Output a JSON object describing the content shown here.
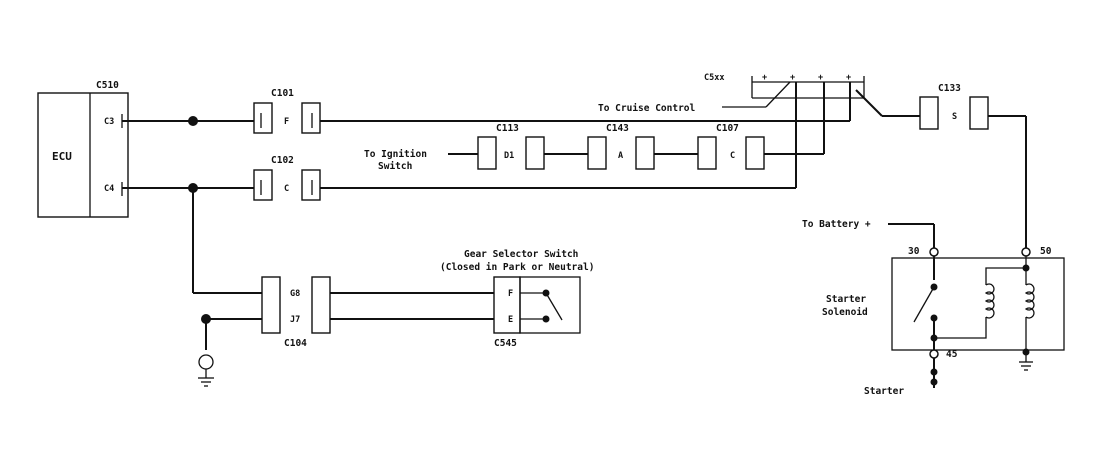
{
  "ecu": {
    "label": "ECU",
    "connector": "C510",
    "pins": [
      "C3",
      "C4"
    ]
  },
  "connectors": {
    "c101": {
      "name": "C101",
      "pin": "F"
    },
    "c102": {
      "name": "C102",
      "pin": "C"
    },
    "c113": {
      "name": "C113",
      "pin": "D1"
    },
    "c143": {
      "name": "C143",
      "pin": "A"
    },
    "c107": {
      "name": "C107",
      "pin": "C"
    },
    "c104": {
      "name": "C104",
      "pins": [
        "G8",
        "J7"
      ]
    },
    "c545": {
      "name": "C545",
      "pins": [
        "F",
        "E"
      ]
    },
    "c133": {
      "name": "C133",
      "pin": "S"
    },
    "c5xx": {
      "name": "C5xx"
    }
  },
  "labels": {
    "cruise_control": "To Cruise Control",
    "ignition_line1": "To Ignition",
    "ignition_line2": "Switch",
    "gear_selector_title": "Gear Selector Switch",
    "gear_selector_sub": "(Closed in Park or Neutral)",
    "to_battery": "To Battery +",
    "solenoid_line1": "Starter",
    "solenoid_line2": "Solenoid",
    "starter": "Starter"
  },
  "solenoid_terminals": [
    "30",
    "50",
    "45"
  ]
}
